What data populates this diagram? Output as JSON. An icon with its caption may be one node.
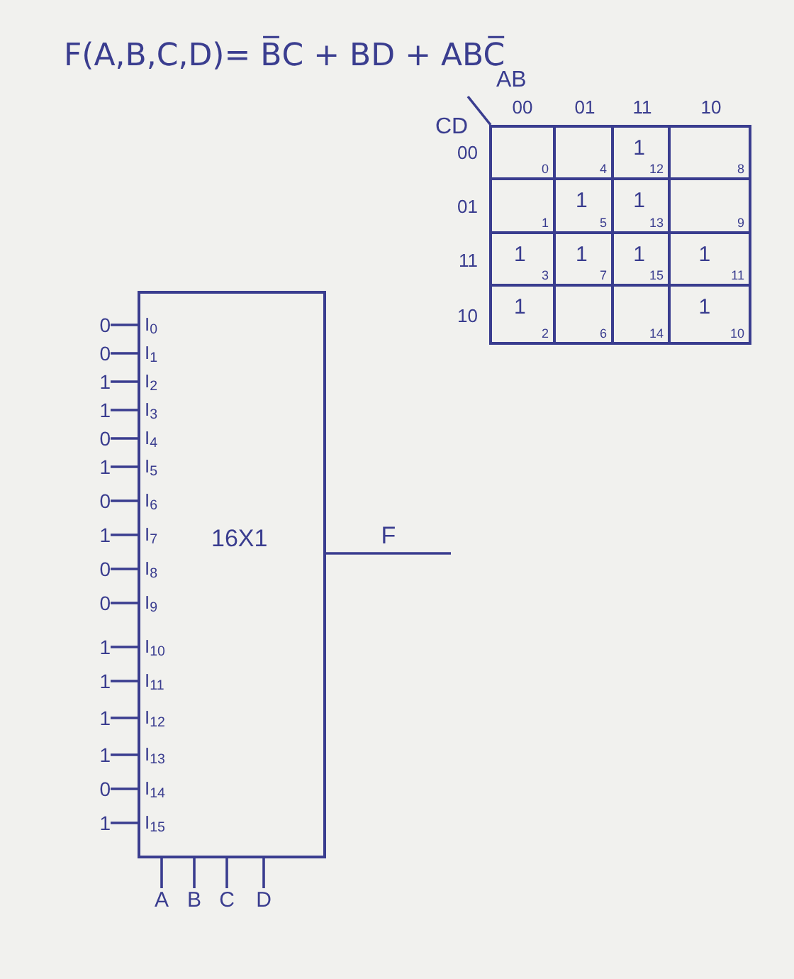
{
  "diagram": {
    "title": "F(A,B,C,D)= B̅C + BD + ABC̅",
    "nodes": [
      {
        "text": [
          "0"
        ]
      },
      {
        "text": [
          "4"
        ]
      },
      {
        "text": [
          "1",
          "12"
        ]
      },
      {
        "text": [
          "8"
        ]
      },
      {
        "text": [
          "1"
        ]
      },
      {
        "text": [
          "1",
          "5"
        ]
      },
      {
        "text": [
          "1",
          "13"
        ]
      },
      {
        "text": [
          "9"
        ]
      },
      {
        "text": [
          "1",
          "3"
        ]
      },
      {
        "text": [
          "1",
          "7"
        ]
      },
      {
        "text": [
          "1",
          "15"
        ]
      },
      {
        "text": [
          "1",
          "11"
        ]
      },
      {
        "text": [
          "1",
          "2"
        ]
      },
      {
        "text": [
          "6"
        ]
      },
      {
        "text": [
          "14"
        ]
      },
      {
        "text": [
          "1",
          "10"
        ]
      },
      {
        "text": [
          "16X1"
        ]
      },
      {
        "text": [
          "I$_{0}$"
        ],
        "in": 16
      },
      {
        "text": [
          "I$_{1}$"
        ],
        "in": 16
      },
      {
        "text": [
          "I$_{2}$"
        ],
        "in": 16
      },
      {
        "text": [
          "I$_{3}$"
        ],
        "in": 16
      },
      {
        "text": [
          "I$_{4}$"
        ],
        "in": 16
      },
      {
        "text": [
          "I$_{5}$"
        ],
        "in": 16
      },
      {
        "text": [
          "I$_{6}$"
        ],
        "in": 16
      },
      {
        "text": [
          "I$_{7}$"
        ],
        "in": 16
      },
      {
        "text": [
          "I$_{8}$"
        ],
        "in": 16
      },
      {
        "text": [
          "I$_{9}$"
        ],
        "in": 16
      },
      {
        "text": [
          "I$_{10}$"
        ],
        "in": 16
      },
      {
        "text": [
          "I$_{11}$"
        ],
        "in": 16
      },
      {
        "text": [
          "I$_{12}$"
        ],
        "in": 16
      },
      {
        "text": [
          "I$_{13}$"
        ],
        "in": 16
      },
      {
        "text": [
          "I$_{14}$"
        ],
        "in": 16
      },
      {
        "text": [
          "I$_{15}$"
        ],
        "in": 16
      },
      {
        "text": [
          "0"
        ]
      },
      {
        "text": [
          "0"
        ]
      },
      {
        "text": [
          "1"
        ]
      },
      {
        "text": [
          "1"
        ]
      },
      {
        "text": [
          "0"
        ]
      },
      {
        "text": [
          "1"
        ]
      },
      {
        "text": [
          "0"
        ]
      },
      {
        "text": [
          "1"
        ]
      },
      {
        "text": [
          "0"
        ]
      },
      {
        "text": [
          "0"
        ]
      },
      {
        "text": [
          "1"
        ]
      },
      {
        "text": [
          "1"
        ]
      },
      {
        "text": [
          "1"
        ]
      },
      {
        "text": [
          "1"
        ]
      },
      {
        "text": [
          "0"
        ]
      },
      {
        "text": [
          "1"
        ]
      },
      {
        "text": [
          "A"
        ]
      },
      {
        "text": [
          "B"
        ]
      },
      {
        "text": [
          "C"
        ]
      },
      {
        "text": [
          "D"
        ]
      }
    ],
    "edges": [
      {
        "from": 33,
        "to": 17,
        "arrow": "none"
      },
      {
        "from": 34,
        "to": 18,
        "arrow": "none"
      },
      {
        "from": 35,
        "to": 19,
        "arrow": "none"
      },
      {
        "from": 36,
        "to": 20,
        "arrow": "none"
      },
      {
        "from": 37,
        "to": 21,
        "arrow": "none"
      },
      {
        "from": 38,
        "to": 22,
        "arrow": "none"
      },
      {
        "from": 39,
        "to": 23,
        "arrow": "none"
      },
      {
        "from": 40,
        "to": 24,
        "arrow": "none"
      },
      {
        "from": 41,
        "to": 25,
        "arrow": "none"
      },
      {
        "from": 42,
        "to": 26,
        "arrow": "none"
      },
      {
        "from": 43,
        "to": 27,
        "arrow": "none"
      },
      {
        "from": 44,
        "to": 28,
        "arrow": "none"
      },
      {
        "from": 45,
        "to": 29,
        "arrow": "none"
      },
      {
        "from": 46,
        "to": 30,
        "arrow": "none"
      },
      {
        "from": 47,
        "to": 31,
        "arrow": "none"
      },
      {
        "from": 48,
        "to": 32,
        "arrow": "none"
      },
      {
        "from": 16,
        "to": 49,
        "arrow": "none"
      },
      {
        "from": 16,
        "to": 50,
        "arrow": "none"
      },
      {
        "from": 16,
        "to": 51,
        "arrow": "none"
      },
      {
        "from": 16,
        "to": 52,
        "arrow": "none"
      },
      {
        "from": 16,
        "to": null,
        "arrow": "none",
        "label": "F"
      }
    ],
    "labels": [
      "AB",
      "CD",
      "00",
      "01",
      "11",
      "10",
      "00",
      "01",
      "11",
      "10"
    ]
  }
}
